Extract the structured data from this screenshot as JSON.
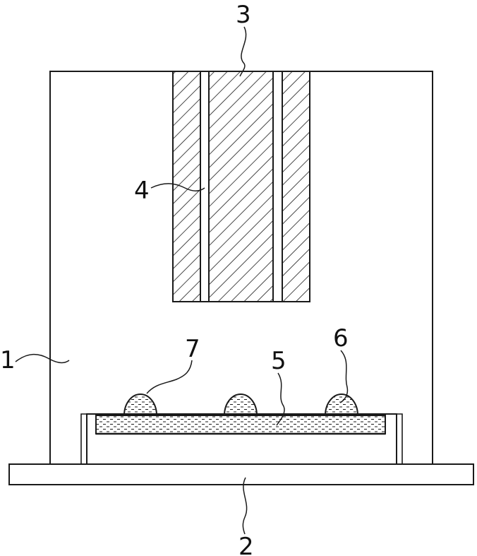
{
  "figure": {
    "labels": {
      "housing": "1",
      "base_plate": "2",
      "top_edge": "3",
      "hatched_block": "4",
      "dotted_layer": "5",
      "bump_right": "6",
      "bump_left": "7"
    },
    "colors": {
      "line": "#1a1a1a",
      "background": "#ffffff"
    }
  }
}
